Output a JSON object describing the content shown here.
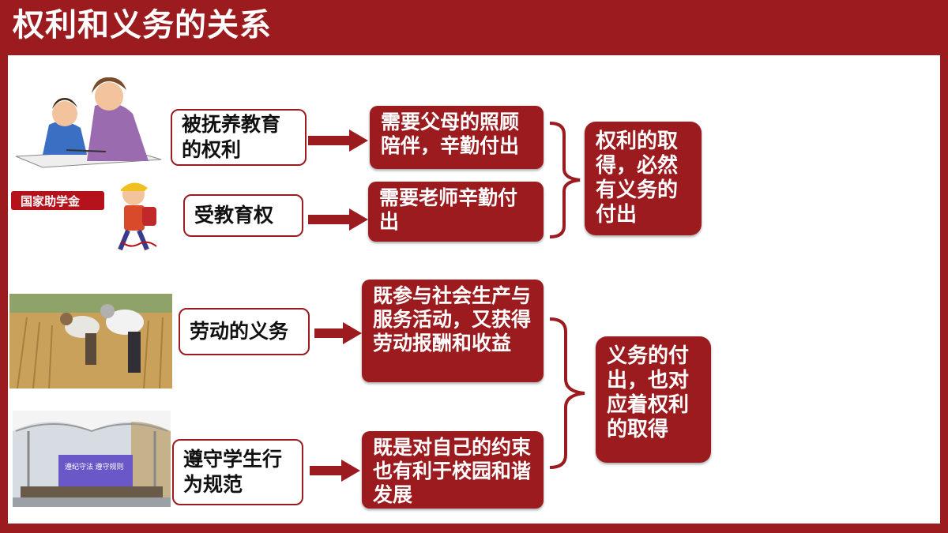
{
  "title": "权利和义务的关系",
  "rows": [
    {
      "left": "被抚养教育的权利",
      "right": "需要父母的照顾陪伴，辛勤付出"
    },
    {
      "left": "受教育权",
      "right": "需要老师辛勤付出"
    },
    {
      "left": "劳动的义务",
      "right": "既参与社会生产与服务活动，又获得劳动报酬和收益"
    },
    {
      "left": "遵守学生行为规范",
      "right": "既是对自己的约束也有利于校园和谐发展"
    }
  ],
  "conclusions": [
    {
      "text": "权利的取得，必然有义务的付出"
    },
    {
      "text": "义务的付出，也对应着权利的取得"
    }
  ],
  "images": {
    "aid_badge": "国家助学金",
    "board_line1": "遵纪守法 遵守规则"
  },
  "colors": {
    "accent": "#9b1b1f",
    "text": "#111111",
    "white": "#ffffff"
  }
}
